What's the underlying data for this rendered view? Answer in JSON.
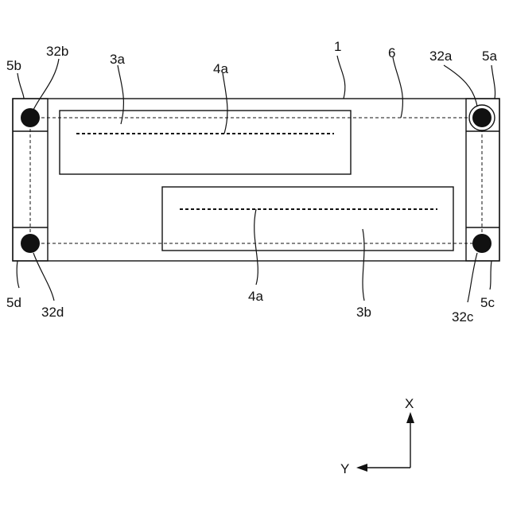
{
  "labels": {
    "substrate": "1",
    "line_6": "6",
    "region_3a": "3a",
    "region_3b": "3b",
    "pattern_4a_top": "4a",
    "pattern_4a_bottom": "4a",
    "corner_5a": "5a",
    "corner_5b": "5b",
    "corner_5c": "5c",
    "corner_5d": "5d",
    "mark_32a": "32a",
    "mark_32b": "32b",
    "mark_32c": "32c",
    "mark_32d": "32d"
  },
  "axes": {
    "x_label": "X",
    "y_label": "Y"
  }
}
